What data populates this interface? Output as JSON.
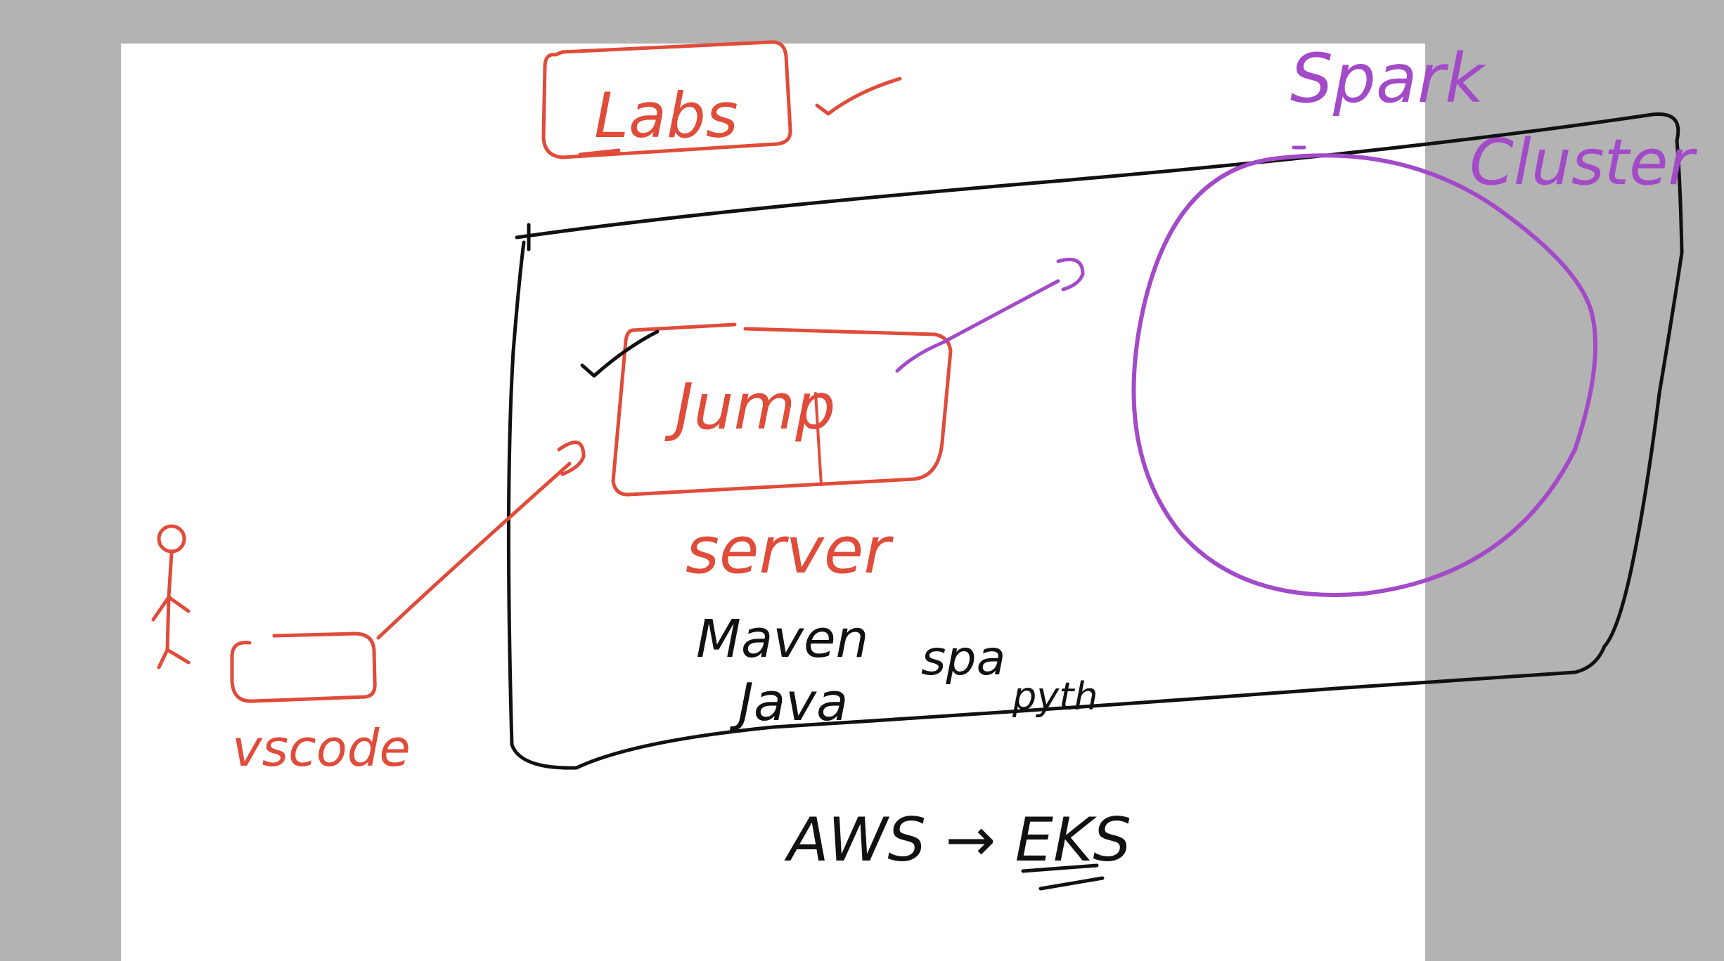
{
  "colors": {
    "background": "#b3b3b3",
    "page": "#ffffff",
    "red": "#e04b3a",
    "black": "#111111",
    "purple": "#a24ac8"
  },
  "labels": {
    "labs": "Labs",
    "jump": "Jump",
    "server": "server",
    "vscode": "vscode",
    "maven": "Maven",
    "java": "Java",
    "spark_short": "spa",
    "python_short": "pyth",
    "spark": "Spark",
    "cluster": "Cluster",
    "aws_eks": "AWS → EKS"
  }
}
